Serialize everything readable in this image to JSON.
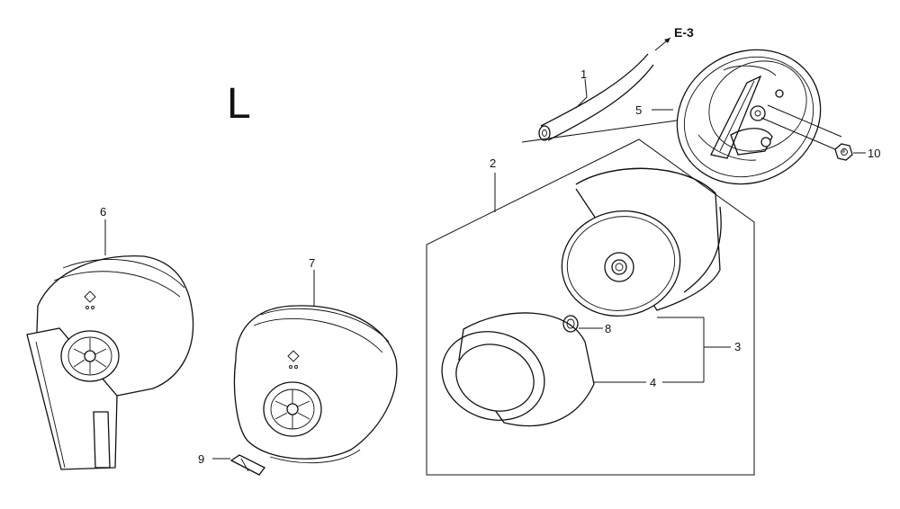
{
  "figure": {
    "side_letter": "L",
    "reference": "E-3",
    "callouts": {
      "c1": "1",
      "c2": "2",
      "c3": "3",
      "c4": "4",
      "c5": "5",
      "c6": "6",
      "c7": "7",
      "c8": "8",
      "c9": "9",
      "c10": "10"
    }
  }
}
